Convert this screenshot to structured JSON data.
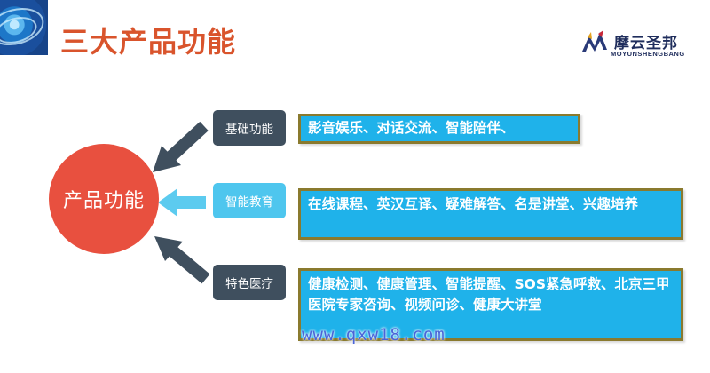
{
  "header": {
    "title": "三大产品功能"
  },
  "logo": {
    "name_cn": "摩云圣邦",
    "name_en": "MOYUNSHENGBANG"
  },
  "center": {
    "label": "产品功能"
  },
  "features": [
    {
      "tag": "基础功能",
      "description": "影音娱乐、对话交流、智能陪伴、"
    },
    {
      "tag": "智能教育",
      "description": "在线课程、英汉互译、疑难解答、名是讲堂、兴趣培养"
    },
    {
      "tag": "特色医疗",
      "description": "健康检测、健康管理、智能提醒、SOS紧急呼救、北京三甲医院专家咨询、视频问诊、健康大讲堂"
    }
  ],
  "watermark": "www.qxw18.com",
  "colors": {
    "title": "#d9542c",
    "circle": "#e8503f",
    "tag_dark": "#3f4f5e",
    "tag_light": "#4ec6ee",
    "desc_bg": "#1fb2ea",
    "desc_border": "#8a7a2e",
    "arrow_dark": "#3f4f5e",
    "arrow_light": "#5ccbef"
  }
}
